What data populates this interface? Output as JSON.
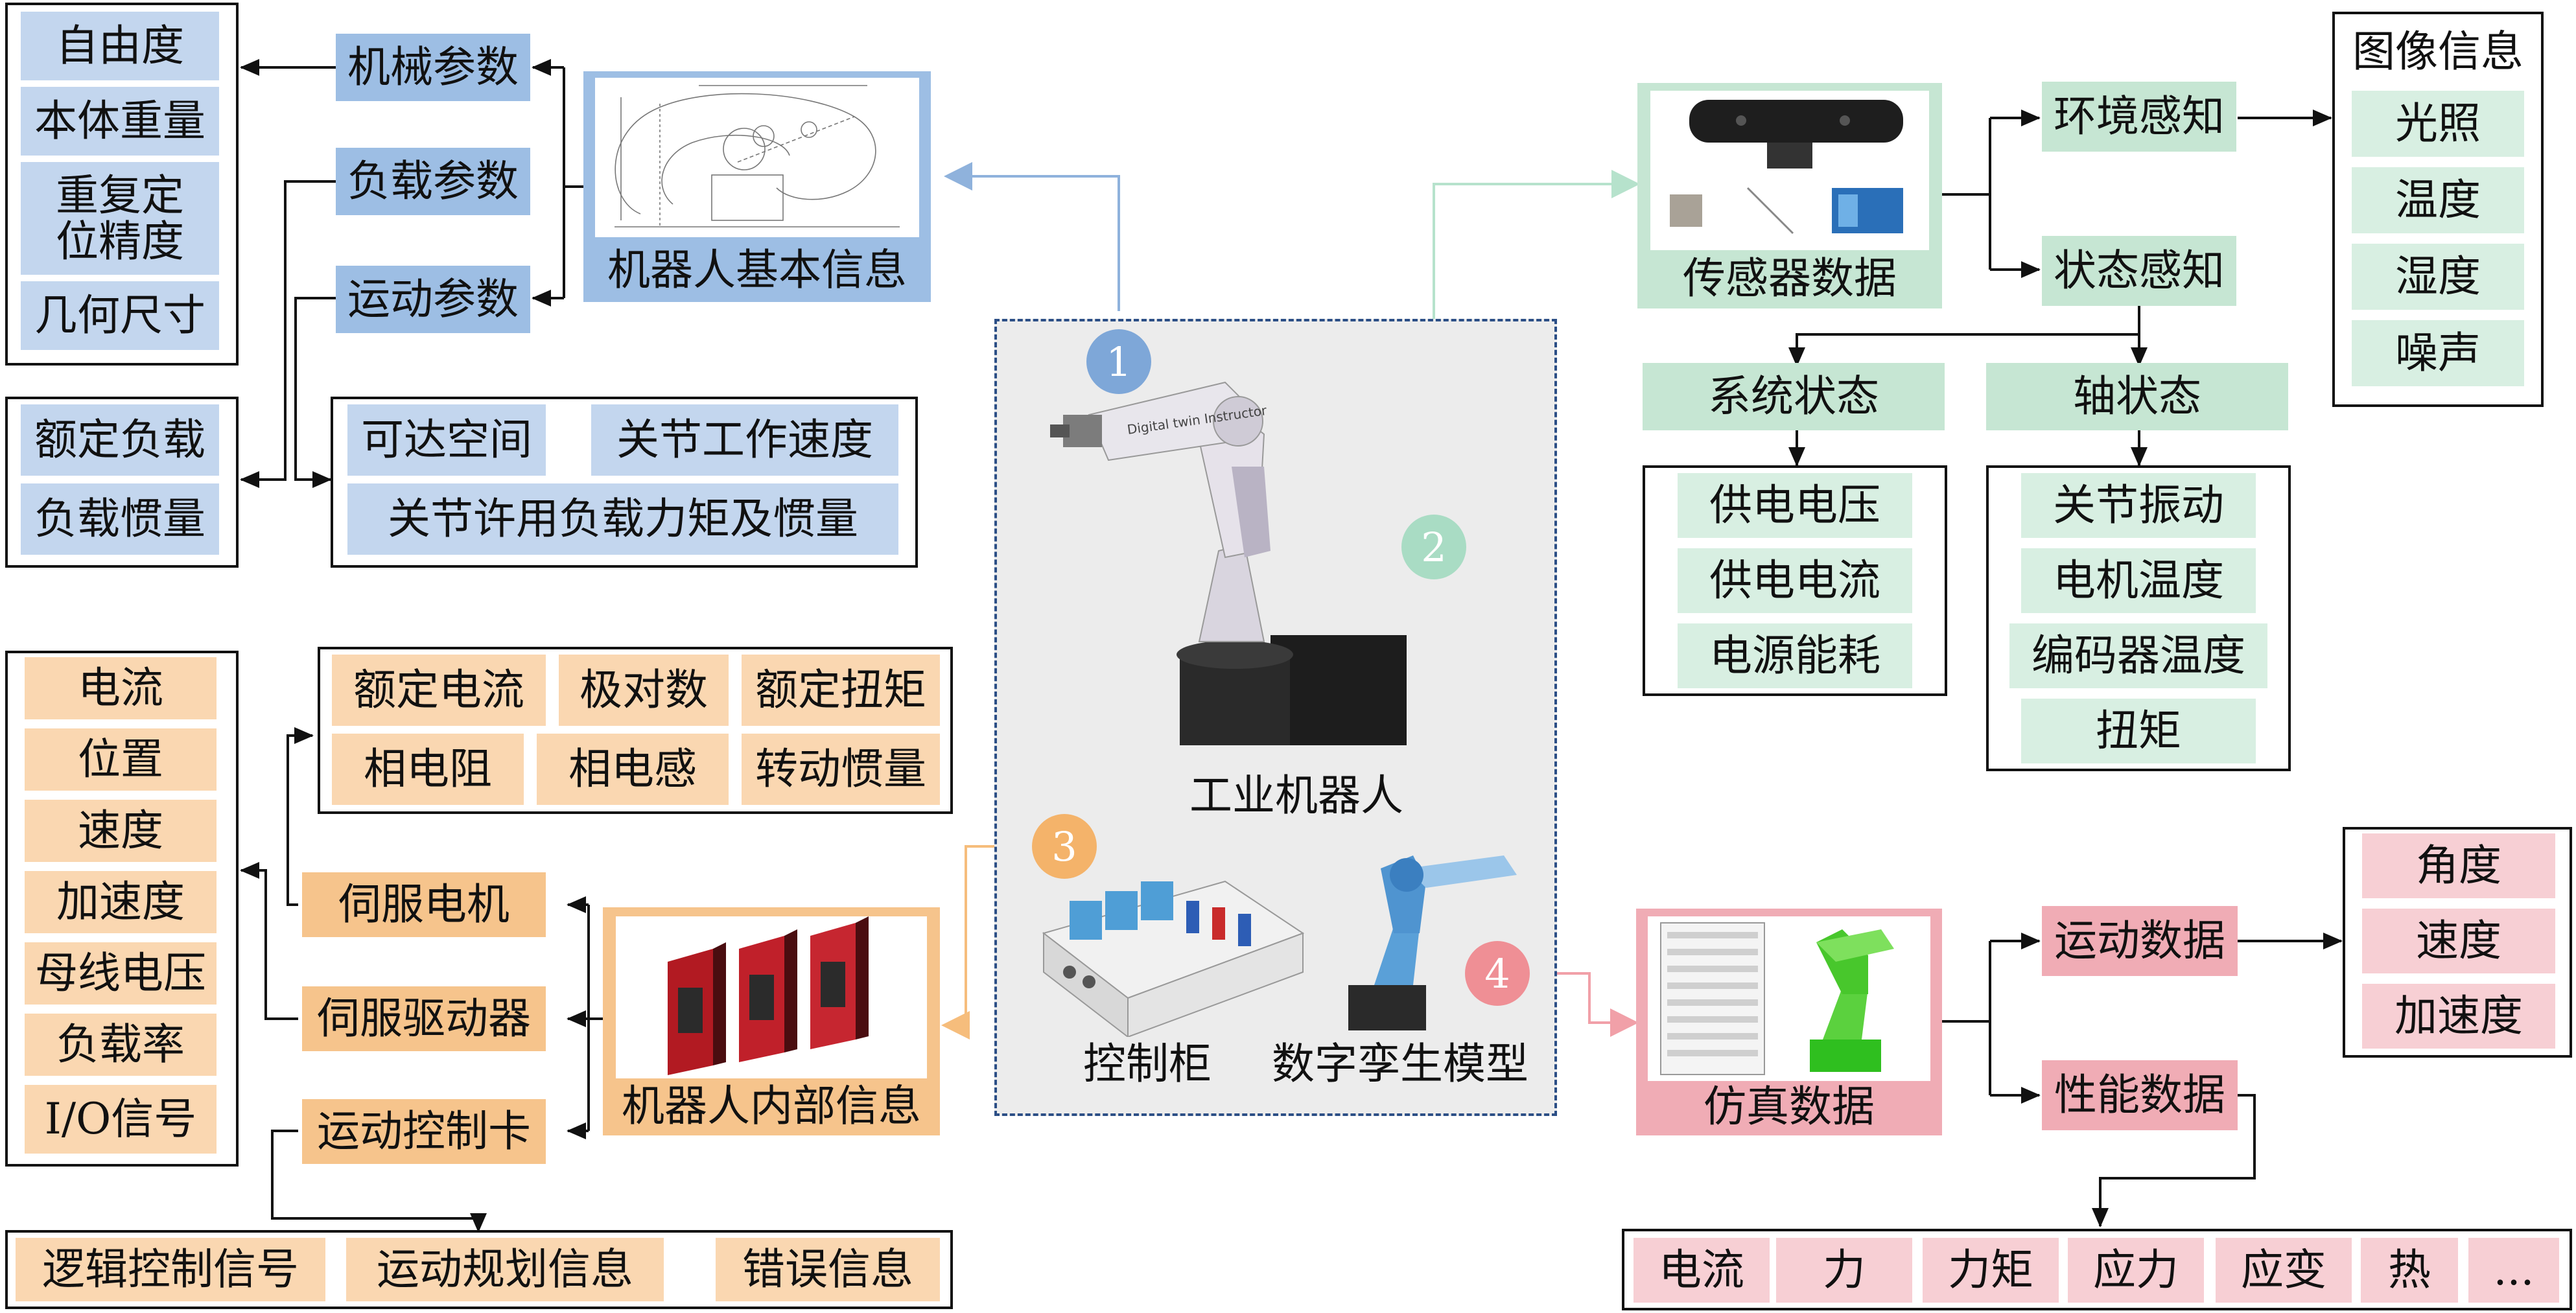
{
  "left_top": {
    "dof_list": [
      "自由度",
      "本体重量",
      "重复定位精度",
      "几何尺寸"
    ],
    "payload_list": [
      "额定负载",
      "负载惯量"
    ],
    "motion_list": [
      "可达空间",
      "关节工作速度",
      "关节许用负载力矩及惯量"
    ],
    "categories": [
      "机械参数",
      "负载参数",
      "运动参数"
    ],
    "image_caption": "机器人基本信息"
  },
  "left_bottom": {
    "servo_list": [
      "电流",
      "位置",
      "速度",
      "加速度",
      "母线电压",
      "负载率",
      "I/O信号"
    ],
    "motor_params": [
      "额定电流",
      "极对数",
      "额定扭矩",
      "相电阻",
      "相电感",
      "转动惯量"
    ],
    "components": [
      "伺服电机",
      "伺服驱动器",
      "运动控制卡"
    ],
    "control_card_list": [
      "逻辑控制信号",
      "运动规划信息",
      "错误信息"
    ],
    "image_caption": "机器人内部信息"
  },
  "center": {
    "robot_label": "工业机器人",
    "cabinet_label": "控制柜",
    "twin_label": "数字孪生模型",
    "badges": [
      "1",
      "2",
      "3",
      "4"
    ],
    "robot_arm_text": "Digital twin Instructor"
  },
  "right_top": {
    "image_caption": "传感器数据",
    "env": "环境感知",
    "state": "状态感知",
    "image_info_title": "图像信息",
    "image_info_list": [
      "光照",
      "温度",
      "湿度",
      "噪声"
    ],
    "system_state": "系统状态",
    "axis_state": "轴状态",
    "system_list": [
      "供电电压",
      "供电电流",
      "电源能耗"
    ],
    "axis_list": [
      "关节振动",
      "电机温度",
      "编码器温度",
      "扭矩"
    ]
  },
  "right_bottom": {
    "image_caption": "仿真数据",
    "motion_data": "运动数据",
    "perf_data": "性能数据",
    "motion_list": [
      "角度",
      "速度",
      "加速度"
    ],
    "perf_list": [
      "电流",
      "力",
      "力矩",
      "应力",
      "应变",
      "热",
      "..."
    ]
  },
  "colors": {
    "blue_header": "#9dbee4",
    "blue_cell": "#c3d6ee",
    "green_cell": "#d8efe2",
    "orange_header": "#f6c48c",
    "orange_cell": "#fad7b1",
    "pink_header": "#f0acb5",
    "pink_cell": "#f7cfd4",
    "badge_blue": "#7ea7d8",
    "badge_green": "#a9dcc4",
    "badge_orange": "#f4b36a",
    "badge_pink": "#ef8f95",
    "dashed_frame": "#2c4f86"
  }
}
